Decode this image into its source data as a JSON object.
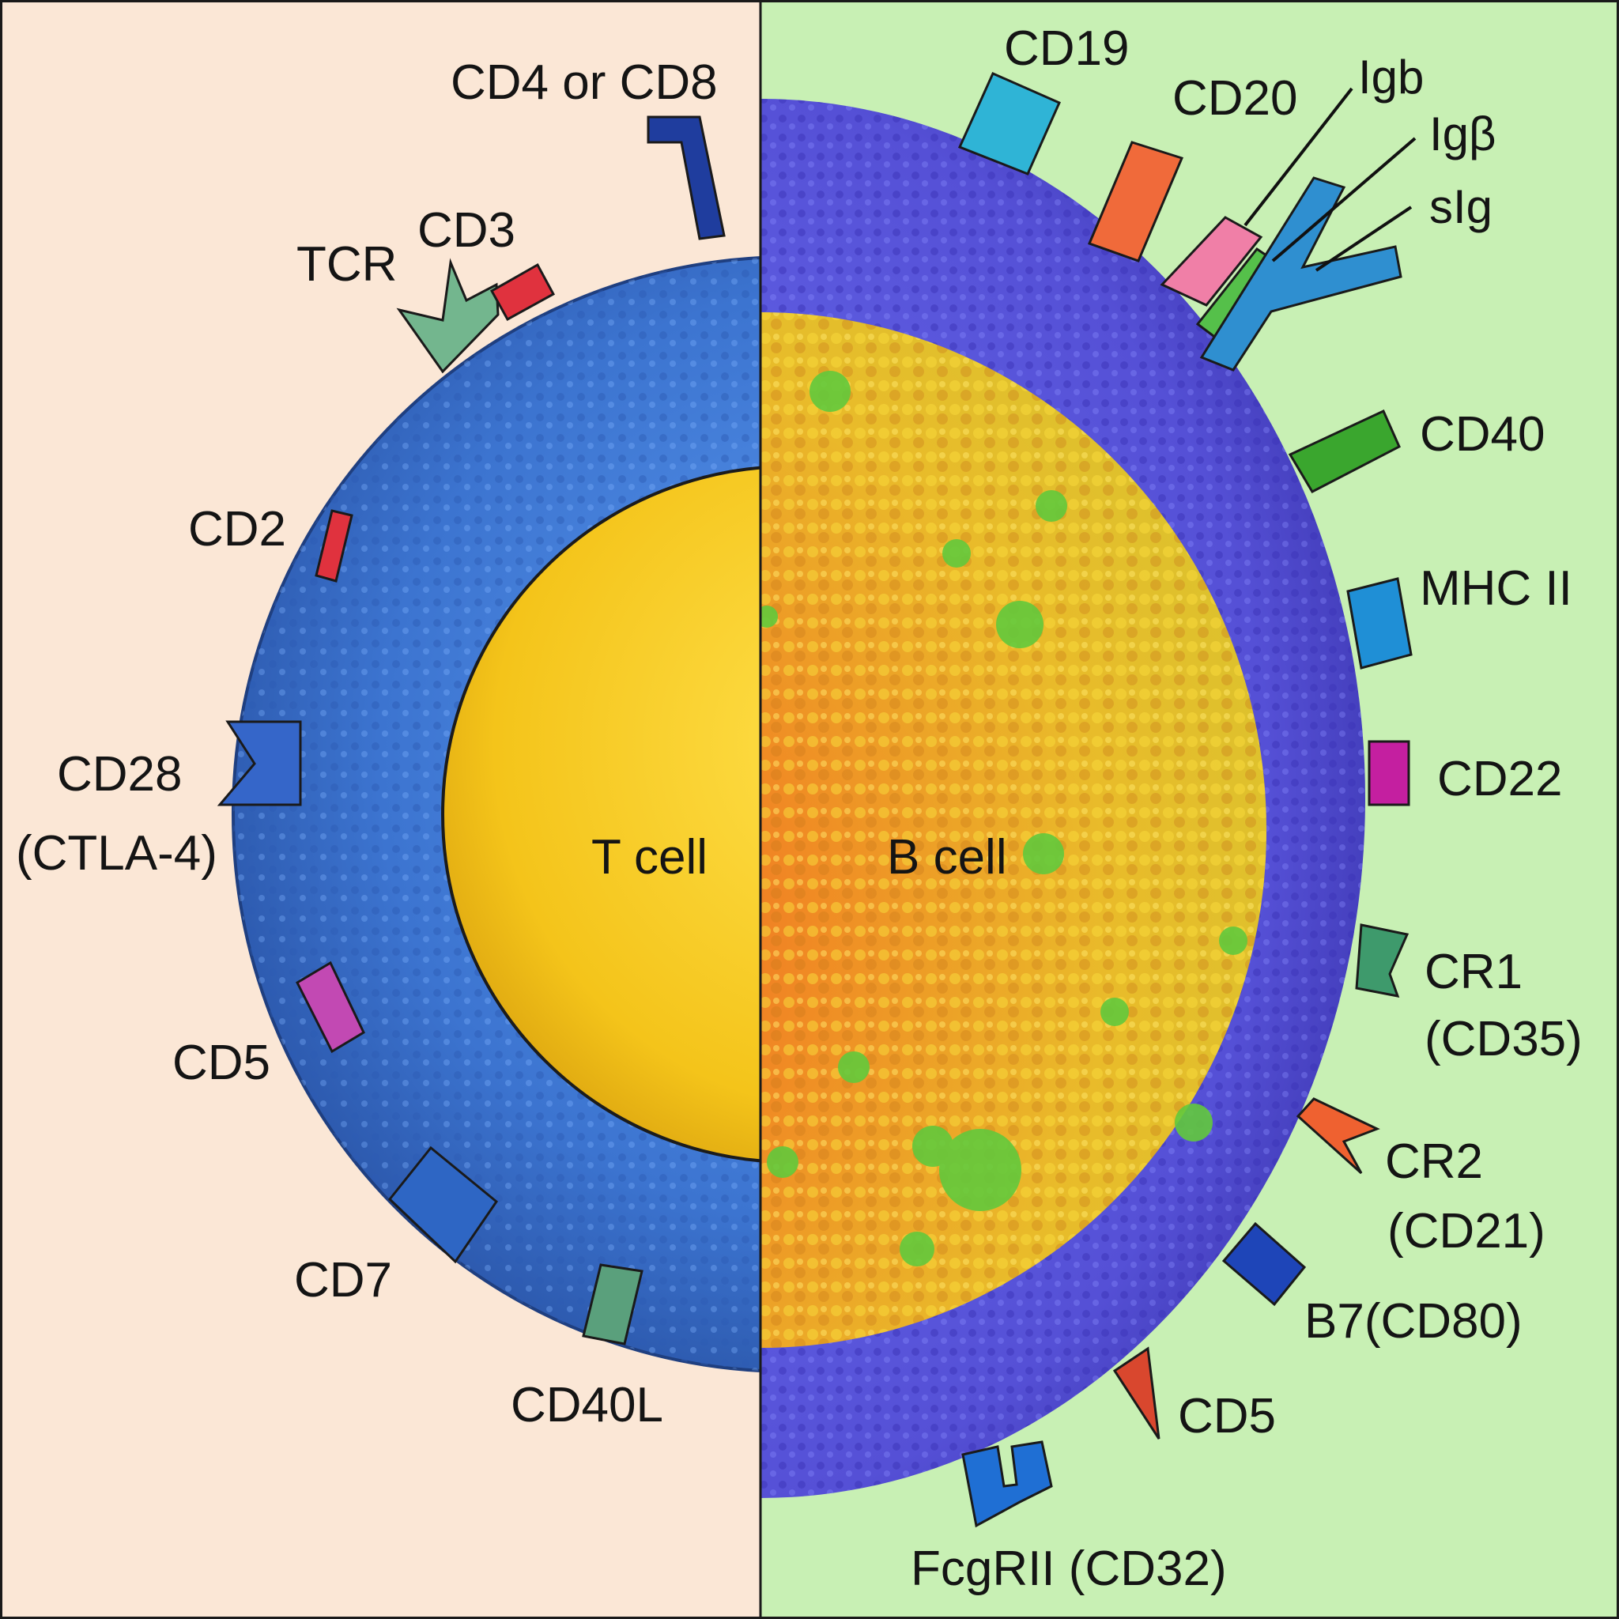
{
  "t_cell": {
    "name": "T cell",
    "markers": {
      "cd4_cd8": "CD4 or CD8",
      "cd3": "CD3",
      "tcr": "TCR",
      "cd2": "CD2",
      "cd28_line1": "CD28",
      "cd28_line2": "(CTLA-4)",
      "cd5": "CD5",
      "cd7": "CD7",
      "cd40l": "CD40L"
    }
  },
  "b_cell": {
    "name": "B cell",
    "markers": {
      "cd19": "CD19",
      "cd20": "CD20",
      "igb": "Igb",
      "igbeta": "Igβ",
      "sig": "sIg",
      "cd40": "CD40",
      "mhcii": "MHC II",
      "cd22": "CD22",
      "cr1_line1": "CR1",
      "cr1_line2": "(CD35)",
      "cr2_line1": "CR2",
      "cr2_line2": "(CD21)",
      "b7": "B7(CD80)",
      "cd5": "CD5",
      "fcgrii": "FcgRII (CD32)"
    }
  },
  "colors": {
    "left_background": "#fbe7d6",
    "right_background": "#c8f0b4",
    "t_membrane": "#3f78d4",
    "t_nucleus": "#f4c81c",
    "b_membrane": "#5b54d8",
    "b_cytoplasm": "#eab52a"
  }
}
